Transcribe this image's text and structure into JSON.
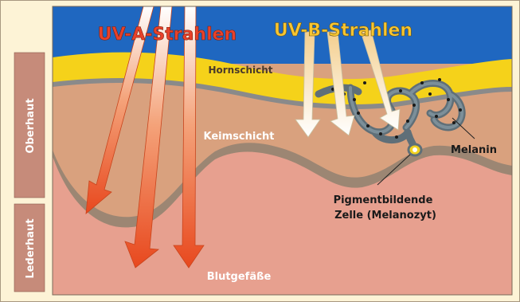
{
  "title_uva": "UV-A-Strahlen",
  "title_uvb": "UV-B-Strahlen",
  "labels": {
    "hornschicht": "Hornschicht",
    "keimschicht": "Keimschicht",
    "melanin": "Melanin",
    "pigment_line1": "Pigmentbildende",
    "pigment_line2": "Zelle (Melanozyt)",
    "blutgefaesse": "Blutgefäße"
  },
  "side_labels": {
    "oberhaut": "Oberhaut",
    "lederhaut": "Lederhaut"
  },
  "colors": {
    "sky": "#1f67c0",
    "stratum_corneum": "#f5d21a",
    "epidermis": "#d8a07e",
    "dermis": "#e7a08f",
    "uva_text": "#e8412a",
    "uvb_text": "#f7c531",
    "side_label_bg": "#c68b7a"
  }
}
